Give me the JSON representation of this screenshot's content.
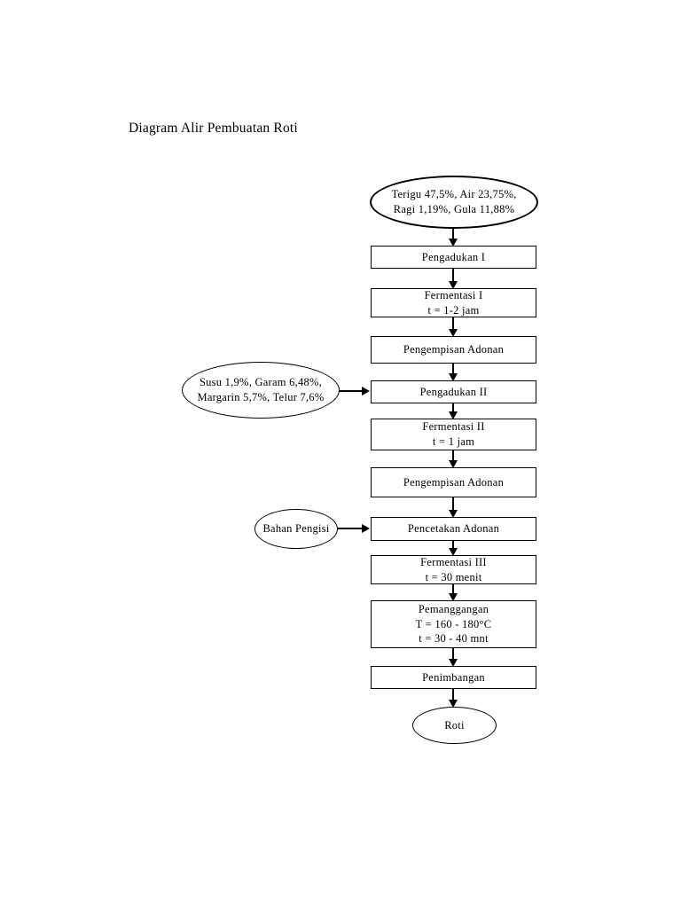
{
  "title": "Diagram Alir Pembuatan Roti",
  "flow": {
    "start": {
      "line1": "Terigu 47,5%, Air 23,75%,",
      "line2": "Ragi 1,19%, Gula 11,88%"
    },
    "steps": [
      {
        "label": "Pengadukan I"
      },
      {
        "label": "Fermentasi I",
        "detail": "t = 1-2 jam"
      },
      {
        "label": "Pengempisan Adonan"
      },
      {
        "label": "Pengadukan II"
      },
      {
        "label": "Fermentasi II",
        "detail": "t = 1 jam"
      },
      {
        "label": "Pengempisan Adonan"
      },
      {
        "label": "Pencetakan Adonan"
      },
      {
        "label": "Fermentasi III",
        "detail": "t = 30 menit"
      },
      {
        "label": "Pemanggangan",
        "detail": "T = 160 - 180°C",
        "detail2": "t = 30 - 40 mnt"
      },
      {
        "label": "Penimbangan"
      }
    ],
    "inputs": [
      {
        "line1": "Susu 1,9%, Garam 6,48%,",
        "line2": "Margarin 5,7%, Telur 7,6%"
      },
      {
        "line1": "Bahan Pengisi"
      }
    ],
    "end": {
      "label": "Roti"
    }
  }
}
